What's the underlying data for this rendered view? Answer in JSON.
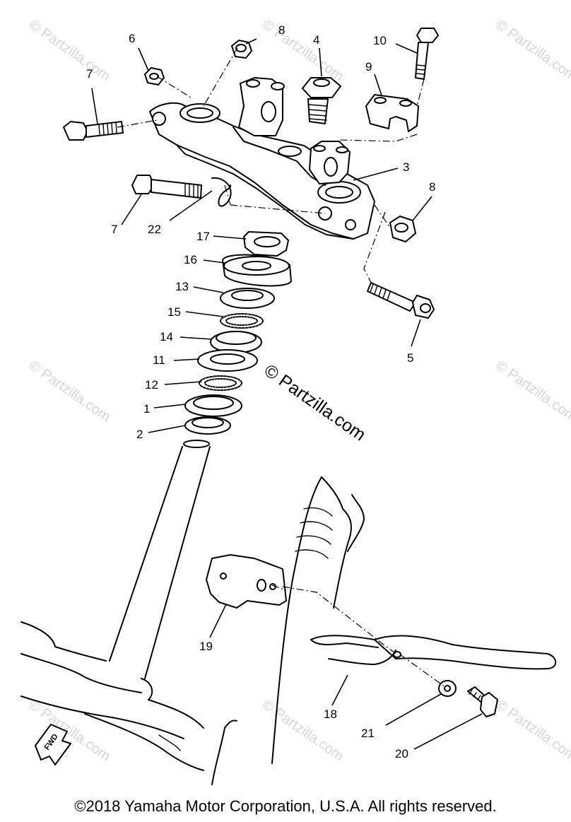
{
  "watermark": {
    "small": "© Partzilla.com",
    "large": "© Partzilla.com"
  },
  "fwd_label": "FWD",
  "callouts": [
    {
      "key": "p8a",
      "text": "8"
    },
    {
      "key": "p6",
      "text": "6"
    },
    {
      "key": "p4",
      "text": "4"
    },
    {
      "key": "p10",
      "text": "10"
    },
    {
      "key": "p9",
      "text": "9"
    },
    {
      "key": "p7a",
      "text": "7"
    },
    {
      "key": "p3",
      "text": "3"
    },
    {
      "key": "p8b",
      "text": "8"
    },
    {
      "key": "p7b",
      "text": "7"
    },
    {
      "key": "p22",
      "text": "22"
    },
    {
      "key": "p17",
      "text": "17"
    },
    {
      "key": "p16",
      "text": "16"
    },
    {
      "key": "p13",
      "text": "13"
    },
    {
      "key": "p15",
      "text": "15"
    },
    {
      "key": "p14",
      "text": "14"
    },
    {
      "key": "p5",
      "text": "5"
    },
    {
      "key": "p11",
      "text": "11"
    },
    {
      "key": "p12",
      "text": "12"
    },
    {
      "key": "p1",
      "text": "1"
    },
    {
      "key": "p2",
      "text": "2"
    },
    {
      "key": "p19",
      "text": "19"
    },
    {
      "key": "p18",
      "text": "18"
    },
    {
      "key": "p21",
      "text": "21"
    },
    {
      "key": "p20",
      "text": "20"
    }
  ],
  "copyright": "©2018  Yamaha Motor Corporation, U.S.A. All rights reserved."
}
